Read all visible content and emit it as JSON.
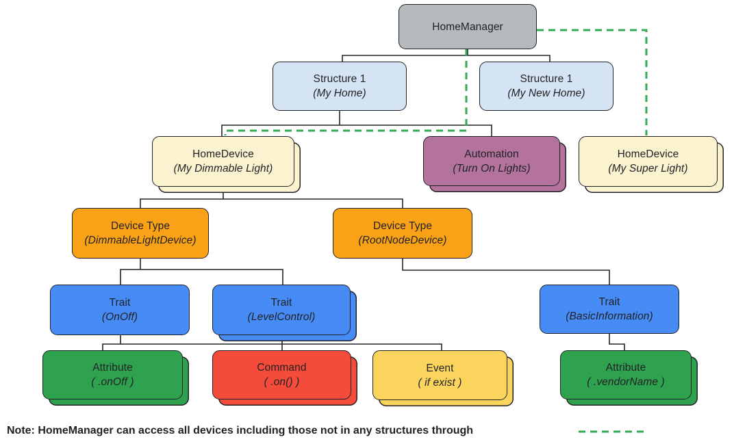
{
  "diagram": {
    "title_hint": "HomeManager hierarchy diagram",
    "colors": {
      "gray": "#B5BABC",
      "light_blue": "#D5E4F5",
      "cream": "#FBF2D0",
      "mauve": "#B3739C",
      "orange": "#F9A117",
      "blue": "#478BF5",
      "green": "#2FA24F",
      "red": "#F44B3B",
      "yellow": "#FBD45E",
      "outline": "#202124",
      "dashed_link_green": "#34A853"
    },
    "nodes": {
      "homemanager": {
        "title": "HomeManager",
        "subtitle": ""
      },
      "structure1": {
        "title": "Structure 1",
        "subtitle": "(My Home)"
      },
      "structure2": {
        "title": "Structure 1",
        "subtitle": "(My New Home)"
      },
      "homedevice1": {
        "title": "HomeDevice",
        "subtitle": "(My Dimmable Light)"
      },
      "automation": {
        "title": "Automation",
        "subtitle": "(Turn On Lights)"
      },
      "homedevice2": {
        "title": "HomeDevice",
        "subtitle": "(My Super Light)"
      },
      "devicetype1": {
        "title": "Device Type",
        "subtitle": "(DimmableLightDevice)"
      },
      "devicetype2": {
        "title": "Device Type",
        "subtitle": "(RootNodeDevice)"
      },
      "trait_onoff": {
        "title": "Trait",
        "subtitle": "(OnOff)"
      },
      "trait_levelcontrol": {
        "title": "Trait",
        "subtitle": "(LevelControl)"
      },
      "trait_basicinfo": {
        "title": "Trait",
        "subtitle": "(BasicInformation)"
      },
      "attribute_onoff": {
        "title": "Attribute",
        "subtitle": "( .onOff )"
      },
      "command_on": {
        "title": "Command",
        "subtitle": "( .on() )"
      },
      "event_ifexist": {
        "title": "Event",
        "subtitle": "( if exist )"
      },
      "attribute_vendorname": {
        "title": "Attribute",
        "subtitle": "( .vendorName )"
      }
    },
    "edges": [
      {
        "from": "homemanager",
        "to": "structure1",
        "style": "solid"
      },
      {
        "from": "homemanager",
        "to": "structure2",
        "style": "solid"
      },
      {
        "from": "structure1",
        "to": "homedevice1",
        "style": "solid"
      },
      {
        "from": "structure1",
        "to": "automation",
        "style": "solid"
      },
      {
        "from": "homedevice1",
        "to": "devicetype1",
        "style": "solid"
      },
      {
        "from": "homedevice1",
        "to": "devicetype2",
        "style": "solid"
      },
      {
        "from": "devicetype1",
        "to": "trait_onoff",
        "style": "solid"
      },
      {
        "from": "devicetype1",
        "to": "trait_levelcontrol",
        "style": "solid"
      },
      {
        "from": "devicetype2",
        "to": "trait_basicinfo",
        "style": "solid"
      },
      {
        "from": "trait_onoff",
        "to": "attribute_onoff",
        "style": "solid"
      },
      {
        "from": "trait_onoff",
        "to": "command_on",
        "style": "solid"
      },
      {
        "from": "trait_levelcontrol",
        "to": "command_on",
        "style": "solid"
      },
      {
        "from": "trait_onoff",
        "to": "event_ifexist",
        "style": "solid"
      },
      {
        "from": "trait_basicinfo",
        "to": "attribute_vendorname",
        "style": "solid"
      },
      {
        "from": "homemanager",
        "to": "homedevice1",
        "style": "dashed"
      },
      {
        "from": "homemanager",
        "to": "homedevice2",
        "style": "dashed"
      }
    ],
    "note": "Note: HomeManager can access all devices including those not in any structures through"
  }
}
